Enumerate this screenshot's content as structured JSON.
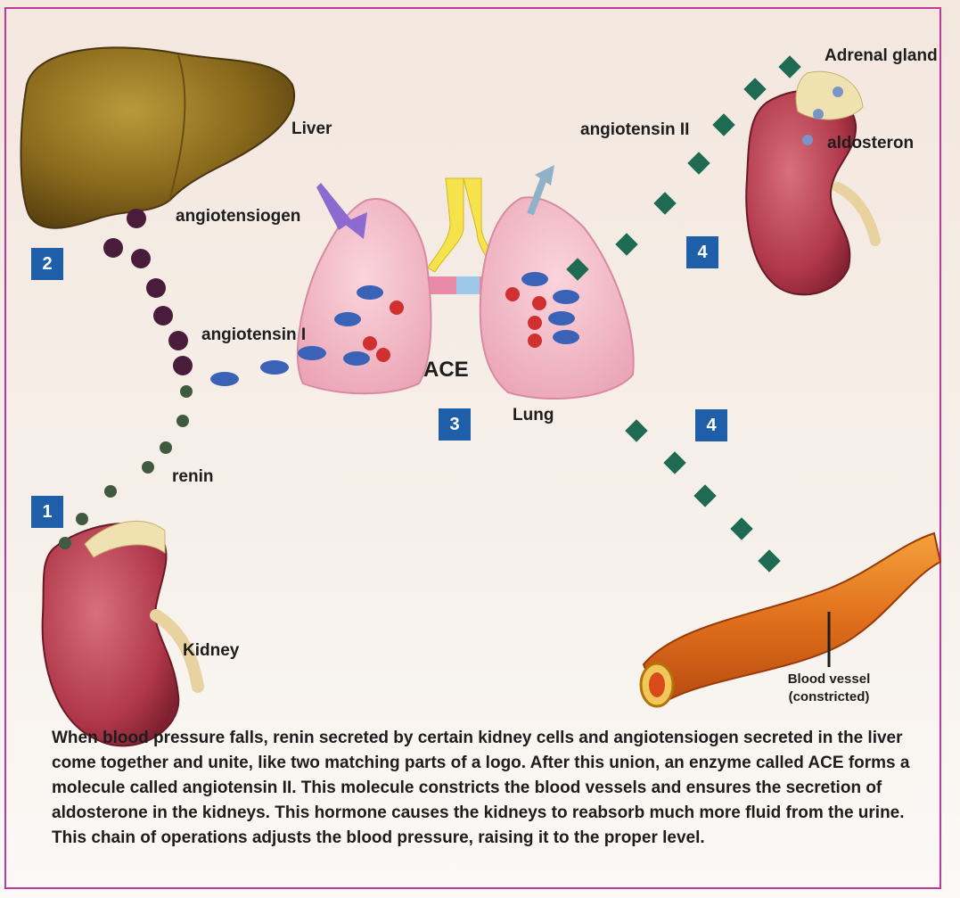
{
  "labels": {
    "liver": "Liver",
    "angiotensiogen": "angiotensiogen",
    "angiotensin_i": "angiotensin I",
    "renin": "renin",
    "kidney": "Kidney",
    "ace": "ACE",
    "lung": "Lung",
    "angiotensin_ii": "angiotensin II",
    "adrenal_gland": "Adrenal gland",
    "aldosteron": "aldosteron",
    "blood_vessel_line1": "Blood vessel",
    "blood_vessel_line2": "(constricted)"
  },
  "steps": [
    "1",
    "2",
    "3",
    "4",
    "4"
  ],
  "caption": "When blood pressure falls, renin secreted by certain kidney cells and angiotensiogen secreted in the liver come together and unite, like two matching parts of a logo. After this union, an enzyme called ACE forms a molecule called angiotensin II. This molecule constricts the blood vessels and ensures the secretion of aldosterone in the kidneys. This hormone causes the kidneys to reabsorb much more fluid from the urine. This chain of operations adjusts the blood pressure, raising it to the proper level.",
  "colors": {
    "frame": "#c0389a",
    "step_badge": "#1f5ea8",
    "renin_dot": "#3f5a3f",
    "angiotensiogen_dot": "#4a1c3c",
    "angiotensin_i_oval": "#3a63b8",
    "angiotensin_ii_diamond": "#1e6a52",
    "kidney": "#b0384a",
    "liver": "#8a6a1c",
    "lung": "#f1b7c6",
    "vessel": "#e0701c"
  },
  "icons": [
    "liver-illustration",
    "kidney-illustration",
    "lung-illustration",
    "adrenal-gland-illustration",
    "blood-vessel-illustration"
  ]
}
